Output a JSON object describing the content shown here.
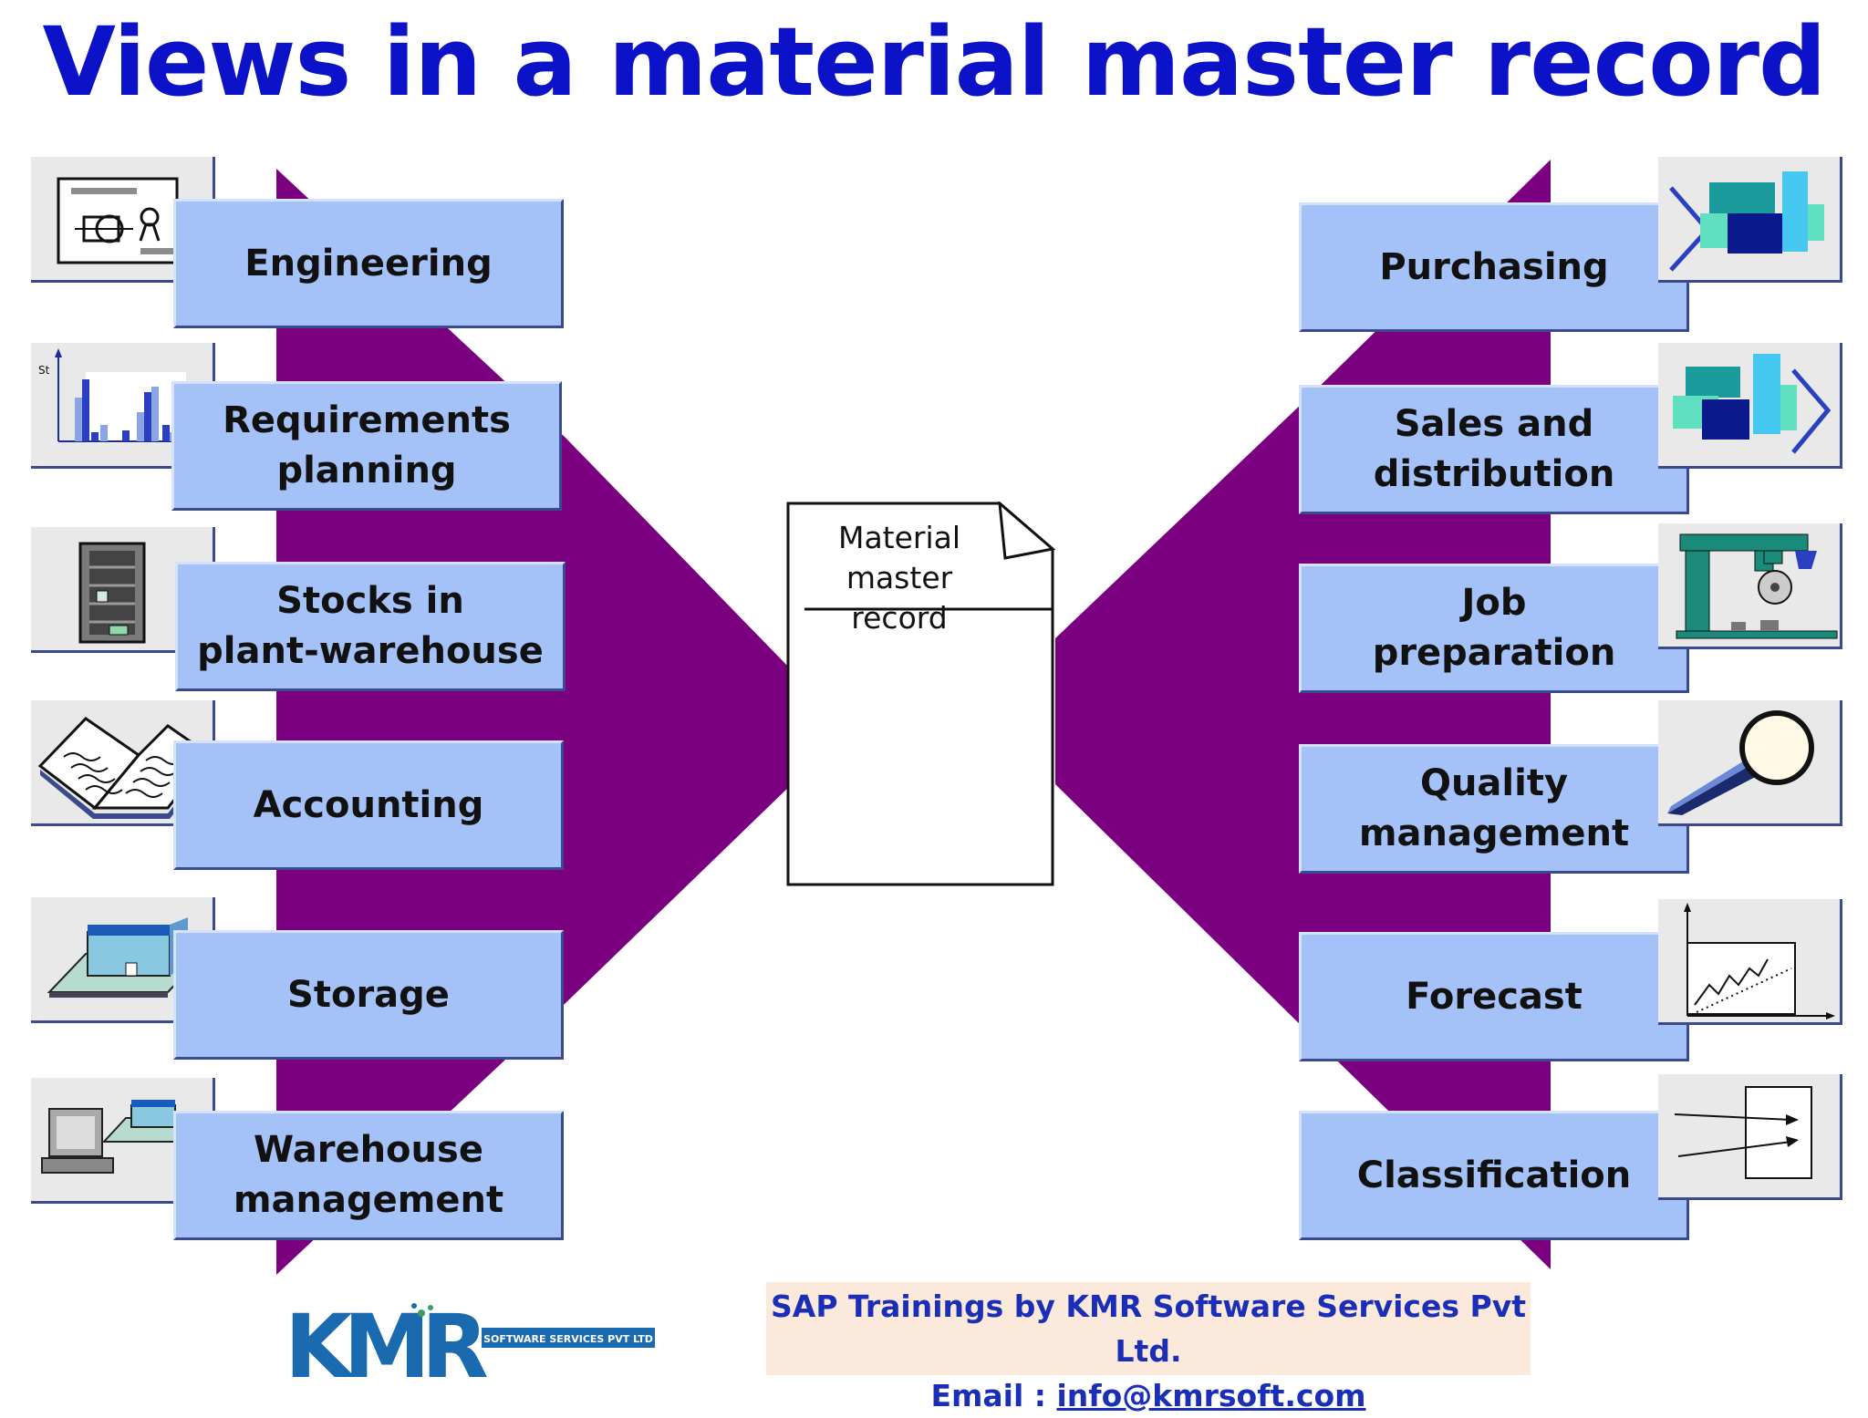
{
  "title": "Views in a material master record",
  "center": {
    "label": "Material\nmaster record"
  },
  "left_views": [
    {
      "label": "Engineering",
      "icon": "drawing-icon"
    },
    {
      "label": "Requirements\nplanning",
      "icon": "bar-chart-icon"
    },
    {
      "label": "Stocks in\nplant-warehouse",
      "icon": "shelf-icon"
    },
    {
      "label": "Accounting",
      "icon": "book-icon"
    },
    {
      "label": "Storage",
      "icon": "warehouse-icon"
    },
    {
      "label": "Warehouse\nmanagement",
      "icon": "computer-warehouse-icon"
    }
  ],
  "right_views": [
    {
      "label": "Purchasing",
      "icon": "blocks-in-icon"
    },
    {
      "label": "Sales and\ndistribution",
      "icon": "blocks-out-icon"
    },
    {
      "label": "Job\npreparation",
      "icon": "machine-icon"
    },
    {
      "label": "Quality\nmanagement",
      "icon": "magnifier-icon"
    },
    {
      "label": "Forecast",
      "icon": "line-chart-icon"
    },
    {
      "label": "Classification",
      "icon": "arrows-box-icon"
    }
  ],
  "footer": {
    "line1": "SAP Trainings by KMR Software Services Pvt Ltd.",
    "email_label": "Email : ",
    "email": "info@kmrsoft.com"
  },
  "logo": {
    "text": "KMR",
    "subtext": "SOFTWARE SERVICES PVT LTD"
  },
  "colors": {
    "title": "#0b12c8",
    "funnel": "#7b0080",
    "label_bg": "#a4c2f7",
    "footer_bg": "#fbe9dc",
    "footer_text": "#1b2fb6"
  }
}
